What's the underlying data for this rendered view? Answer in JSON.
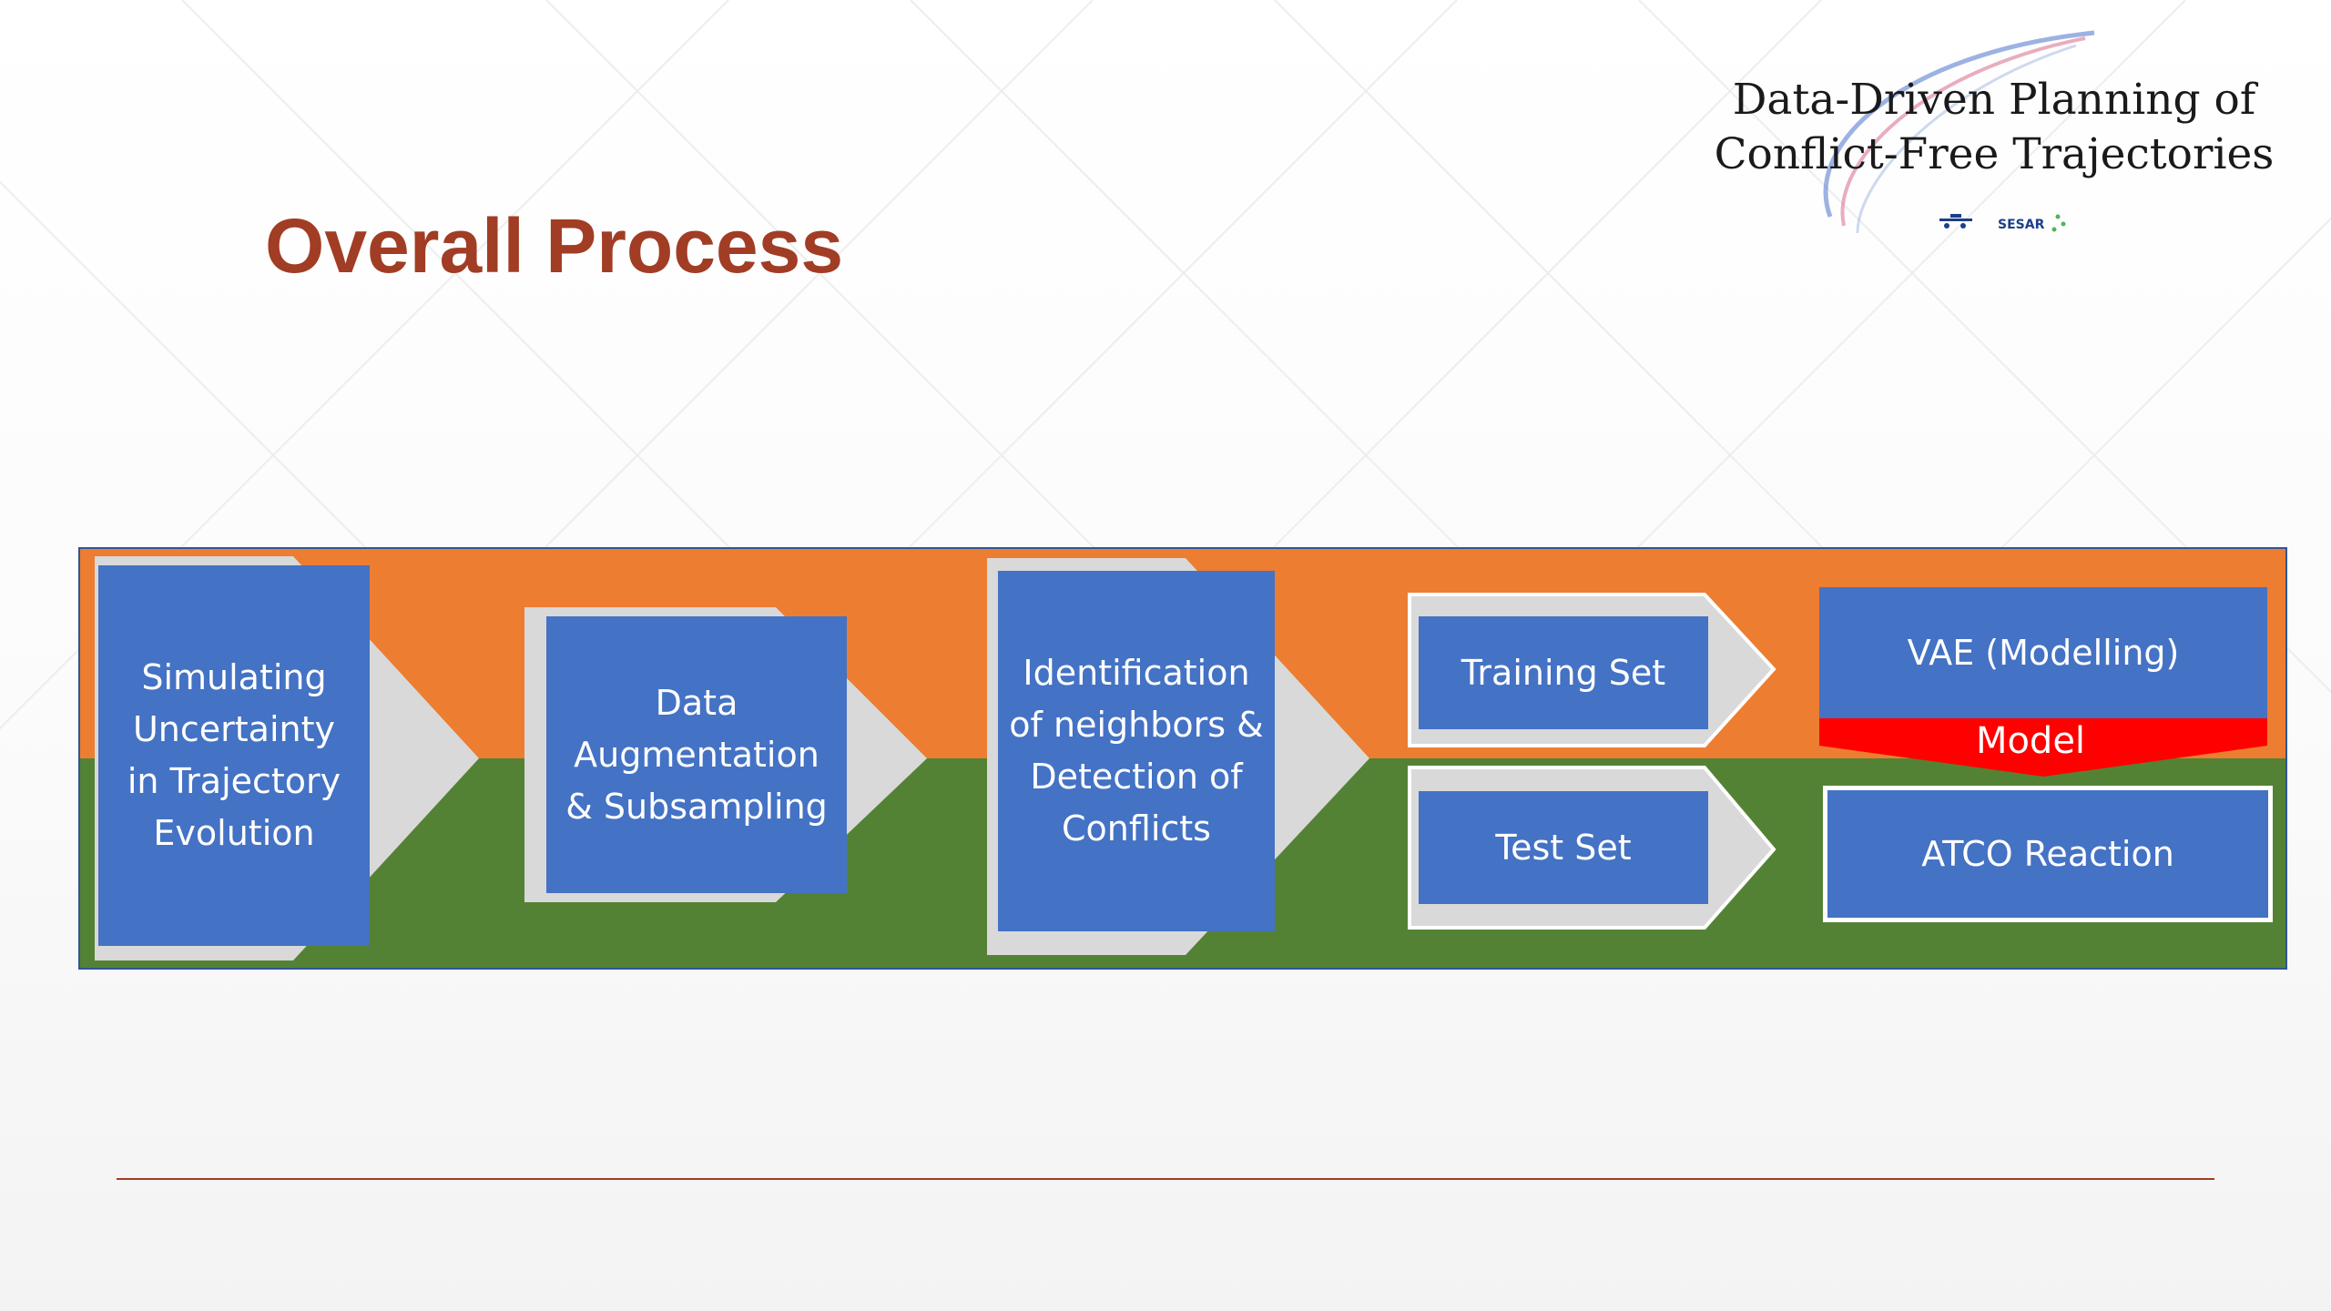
{
  "slide": {
    "title": "Overall Process",
    "accent_color": "#a13d24"
  },
  "logo": {
    "line1": "Data-Driven Planning of",
    "line2": "Conflict-Free Trajectories",
    "badge": "SESAR"
  },
  "diagram": {
    "band_colors": {
      "top": "#ed7d31",
      "bottom": "#548235"
    },
    "box_color": "#4472c4",
    "arrow_color": "#d9d9d9",
    "model_color": "#ff0000",
    "steps": [
      {
        "label": "Simulating Uncertainty in Trajectory Evolution"
      },
      {
        "label": "Data Augmentation & Subsampling"
      },
      {
        "label": "Identification of neighbors & Detection of Conflicts"
      }
    ],
    "training_set": "Training Set",
    "test_set": "Test Set",
    "vae": "VAE (Modelling)",
    "model": "Model",
    "atco": "ATCO Reaction"
  }
}
